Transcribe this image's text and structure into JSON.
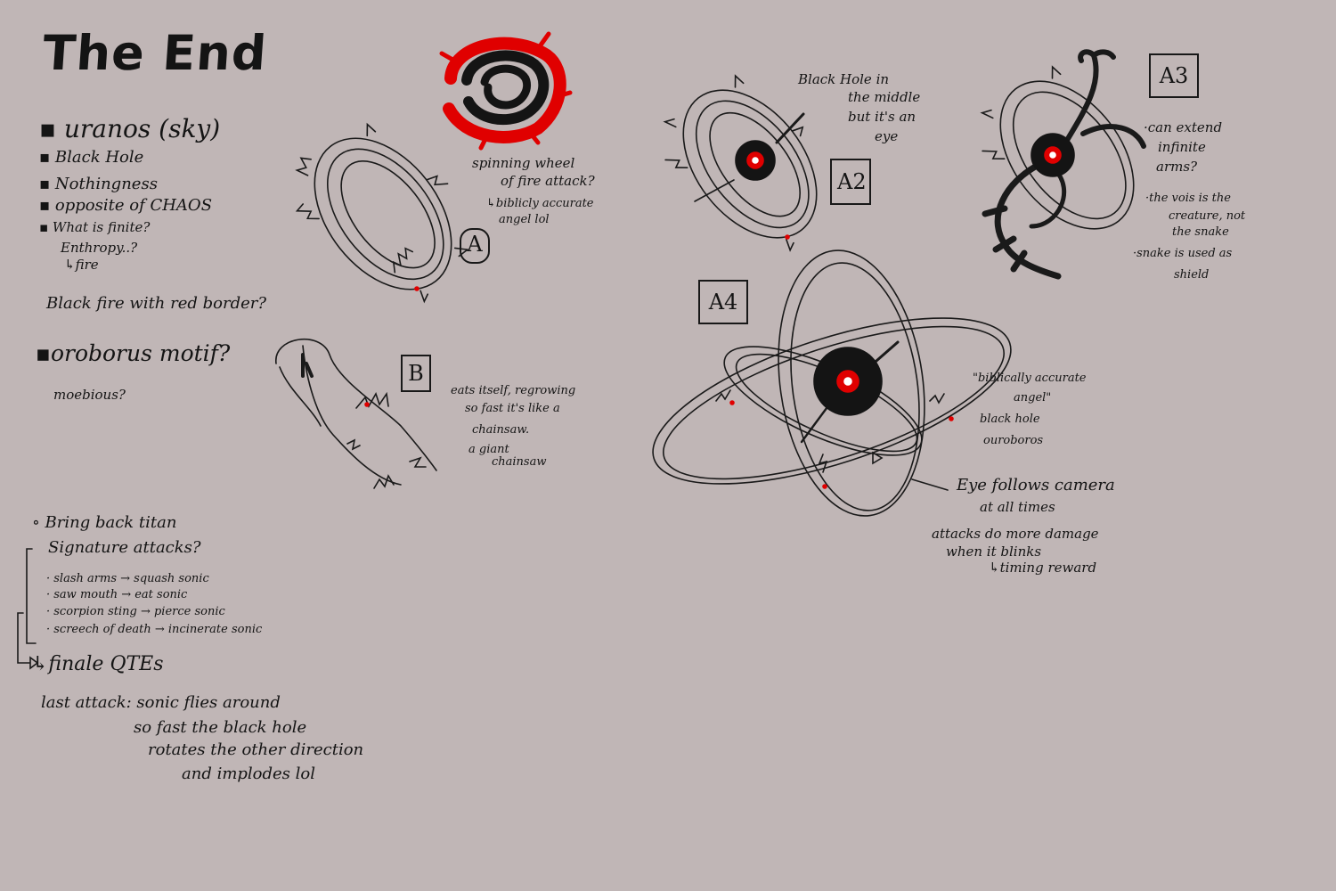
{
  "title": "The End",
  "left_notes": {
    "heading": "▪ uranos (sky)",
    "bullets": [
      "▪ Black Hole",
      "▪ Nothingness",
      "▪ opposite of CHAOS",
      "▪ What is finite?"
    ],
    "entropy": "Enthropy..?",
    "fire": "↳fire",
    "black_fire": "Black fire with red border?",
    "oroborus": "▪oroborus motif?",
    "moebious": "moebious?"
  },
  "bottom_notes": {
    "bring_back": "∘ Bring back titan",
    "signature": "Signature attacks?",
    "attacks": [
      "· slash arms → squash sonic",
      "· saw mouth → eat sonic",
      "· scorpion sting → pierce sonic",
      "· screech of death → incinerate sonic"
    ],
    "finale": "↳finale QTEs",
    "last_attack": [
      "last attack: sonic flies around",
      "so fast the black hole",
      "rotates the other direction",
      "and implodes lol"
    ]
  },
  "sketch_labels": {
    "A": "A",
    "A2": "A2",
    "A3": "A3",
    "A4": "A4",
    "B": "B"
  },
  "annotations": {
    "spinning_wheel": [
      "spinning wheel",
      "of fire attack?",
      "↳biblicly accurate",
      "angel lol"
    ],
    "black_hole_middle": [
      "Black Hole in",
      "the middle",
      "but it's an",
      "eye"
    ],
    "extend_arms": [
      "·can extend",
      "infinite",
      "arms?"
    ],
    "creature": [
      "·the vois is the",
      "creature, not",
      "the snake"
    ],
    "shield": [
      "·snake is used as",
      "shield"
    ],
    "eats_itself": [
      "eats itself, regrowing",
      "so fast it's like a",
      "chainsaw.",
      "a giant",
      "chainsaw"
    ],
    "angel_oroboros": [
      "\"biblically accurate",
      "angel\"",
      "black hole",
      "ouroboros"
    ],
    "eye_follows": [
      "Eye follows camera",
      "at all times"
    ],
    "attacks_damage": [
      "attacks do more damage",
      "when it blinks",
      "↳timing reward"
    ]
  },
  "colors": {
    "background": "#c0b6b6",
    "ink": "#141414",
    "red": "#e00000"
  }
}
